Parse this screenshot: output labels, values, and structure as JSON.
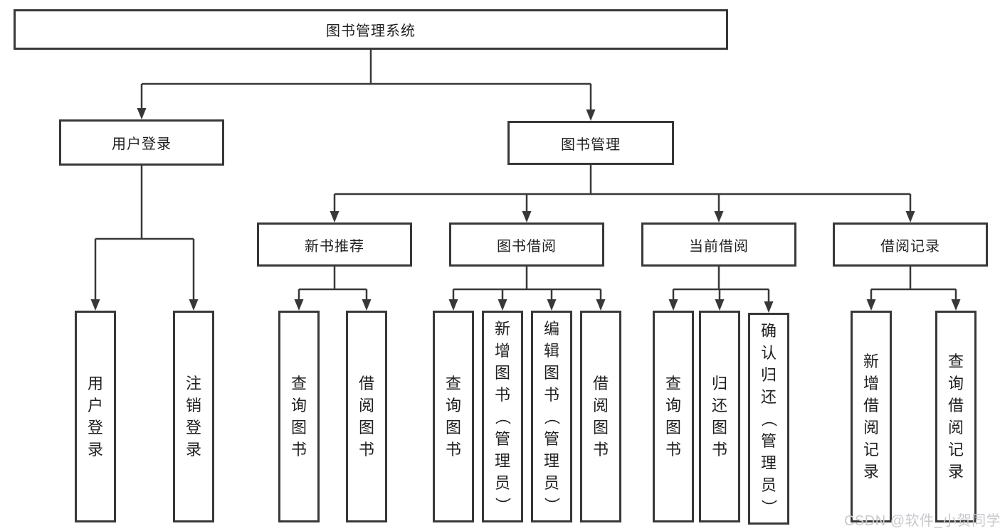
{
  "root": {
    "label": "图书管理系统"
  },
  "level2": [
    {
      "label": "用户登录",
      "children": [
        {
          "label": "用户登录"
        },
        {
          "label": "注销登录"
        }
      ]
    },
    {
      "label": "图书管理",
      "children": [
        {
          "label": "新书推荐",
          "children": [
            {
              "label": "查询图书"
            },
            {
              "label": "借阅图书"
            }
          ]
        },
        {
          "label": "图书借阅",
          "children": [
            {
              "label": "查询图书"
            },
            {
              "label": "新增图书（管理员）"
            },
            {
              "label": "编辑图书（管理员）"
            },
            {
              "label": "借阅图书"
            }
          ]
        },
        {
          "label": "当前借阅",
          "children": [
            {
              "label": "查询图书"
            },
            {
              "label": "归还图书"
            },
            {
              "label": "确认归还（管理员）"
            }
          ]
        },
        {
          "label": "借阅记录",
          "children": [
            {
              "label": "新增借阅记录"
            },
            {
              "label": "查询借阅记录"
            }
          ]
        }
      ]
    }
  ],
  "watermark": {
    "text": "CSDN @软件_小贺同学",
    "color": "#c9c9ce"
  },
  "colors": {
    "line": "#383838",
    "text": "#1f1f1f",
    "background": "#ffffff"
  }
}
